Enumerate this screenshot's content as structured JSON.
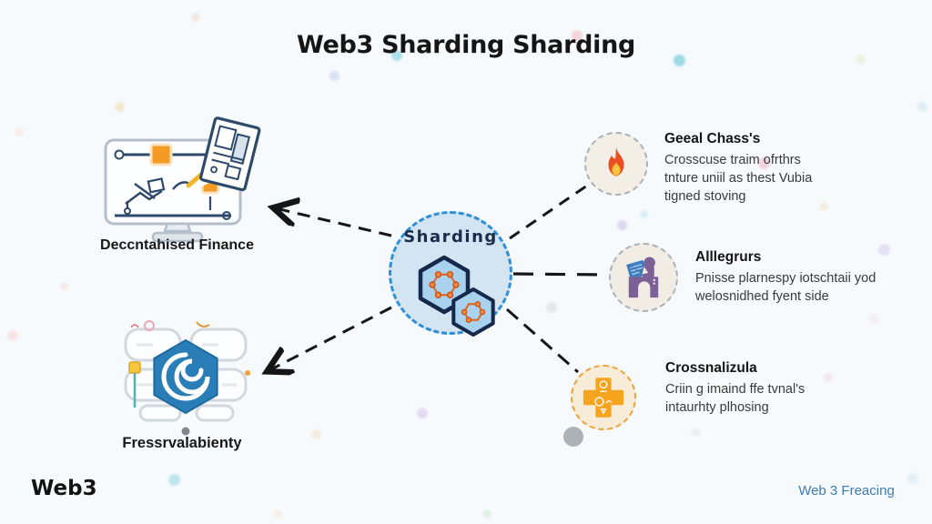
{
  "title": "Web3 Sharding Sharding",
  "center": {
    "label": "Sharding",
    "icon": "hexagon-shards-icon"
  },
  "left_items": [
    {
      "label": "Deccntahised Finance",
      "icon": "defi-monitor-illustration"
    },
    {
      "label": "Fressrvalabienty",
      "icon": "availability-servers-illustration"
    }
  ],
  "right_items": [
    {
      "heading": "Geeal Chass's",
      "lines": [
        "Crosscuse traim ofrthrs",
        "tnture uniil as thest Vubia",
        "tigned stoving"
      ],
      "icon": "flame-icon"
    },
    {
      "heading": "Alllegrurs",
      "lines": [
        "Pnisse plarnespy iotschtaii yod",
        "welosnidhed fyent side"
      ],
      "icon": "person-building-icon"
    },
    {
      "heading": "Crossnalizula",
      "lines": [
        "Criin g imaind ffe tvnal's",
        "intaurhty plhosing"
      ],
      "icon": "medical-cross-icon"
    }
  ],
  "footer": {
    "brand": "Web3",
    "caption": "Web 3 Freacing"
  },
  "colors": {
    "accent_blue": "#2f8fd6",
    "node_fill": "#d3e5f3",
    "navy": "#1b2b4a",
    "orange": "#f5a41d",
    "flame_red": "#ea4e23",
    "purple": "#7c6197",
    "hex_blue": "#2a7eb8",
    "footer_link": "#3f7cb3"
  }
}
